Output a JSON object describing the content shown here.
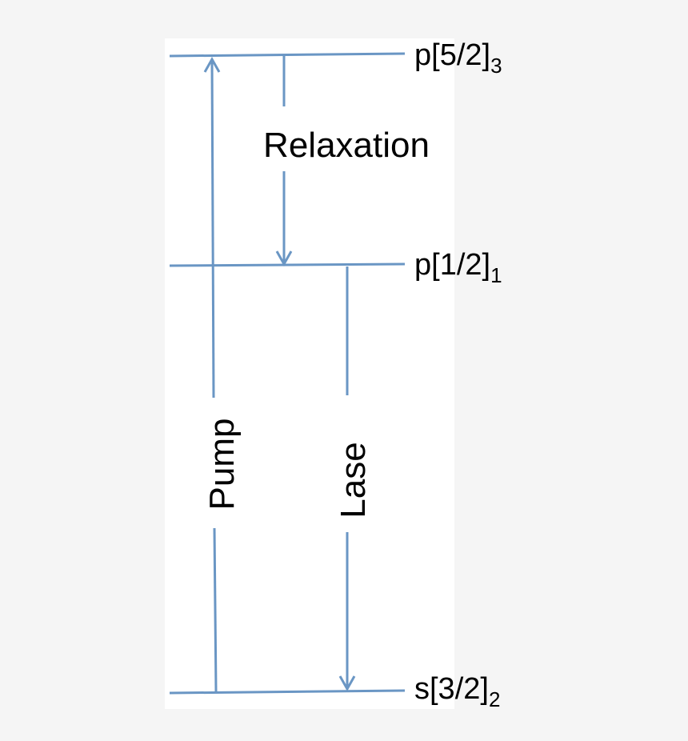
{
  "colors": {
    "line": "#6a96c4",
    "background": "#f5f5f5",
    "panel": "#ffffff",
    "text": "#000000"
  },
  "levels": [
    {
      "base": "p[5/2]",
      "sub": "3"
    },
    {
      "base": "p[1/2]",
      "sub": "1"
    },
    {
      "base": "s[3/2]",
      "sub": "2"
    }
  ],
  "transitions": {
    "pump": "Pump",
    "relaxation": "Relaxation",
    "lase": "Lase"
  }
}
